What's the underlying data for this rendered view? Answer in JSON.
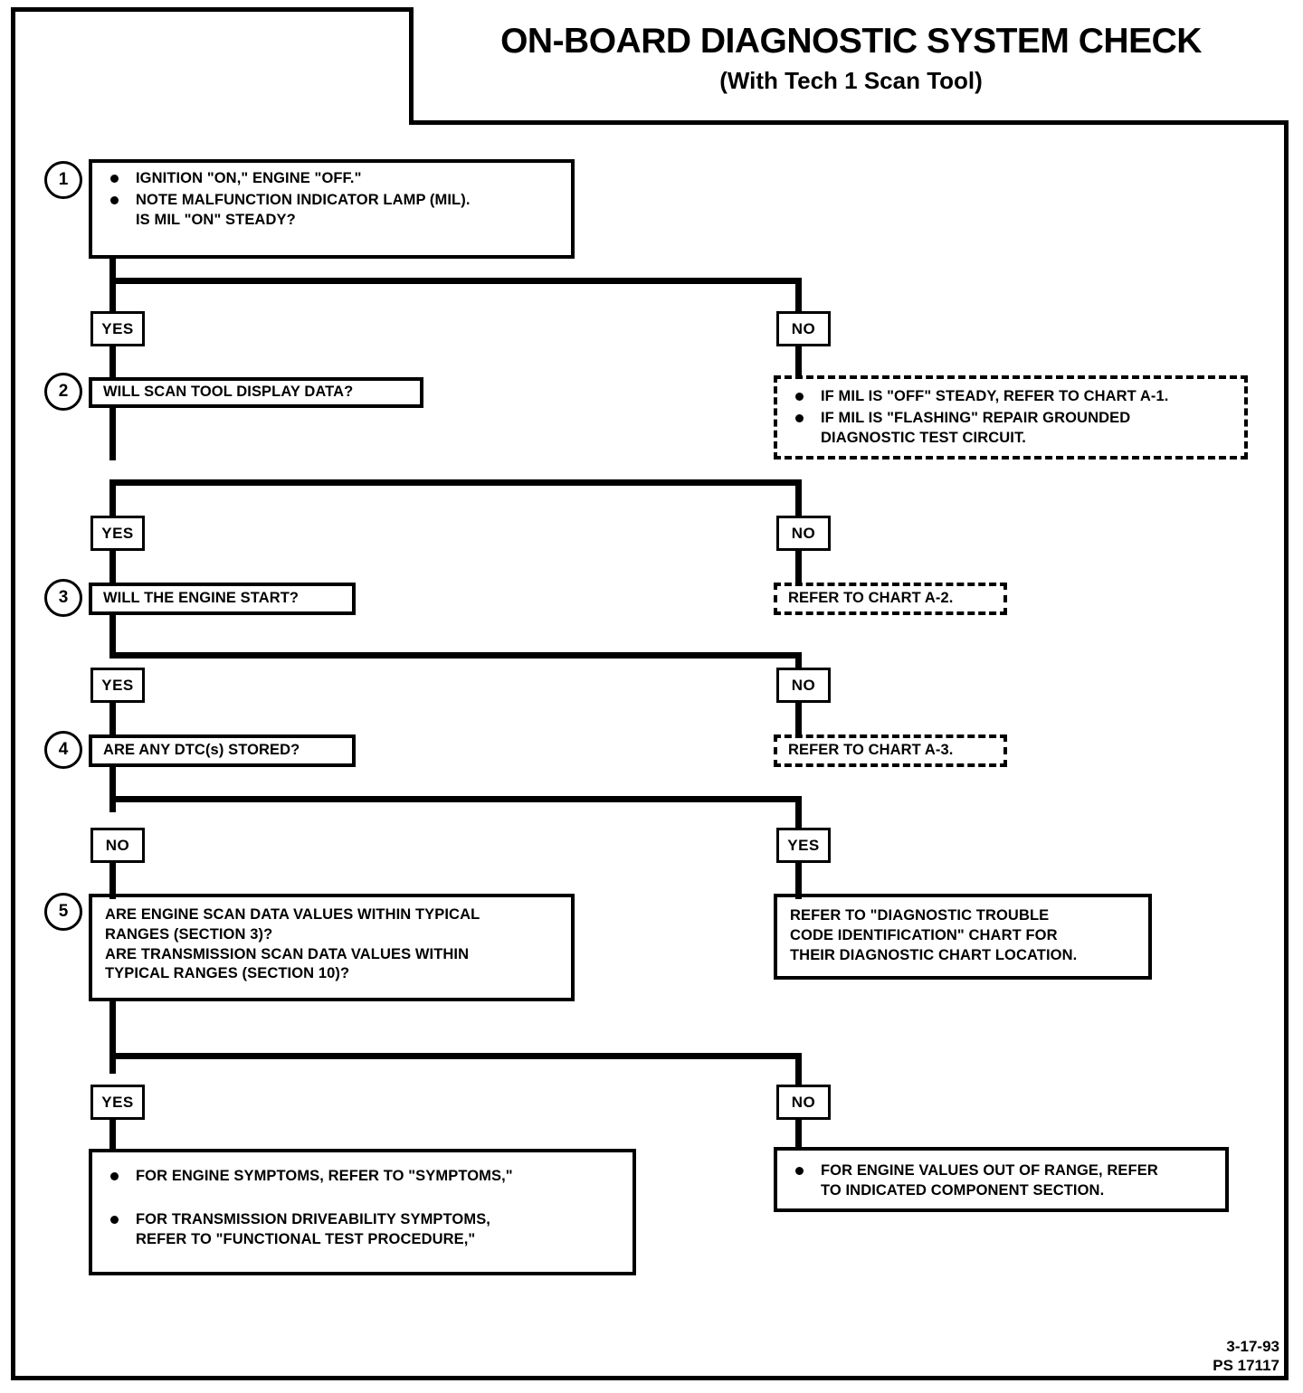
{
  "header": {
    "title": "ON-BOARD DIAGNOSTIC SYSTEM CHECK",
    "subtitle": "(With Tech 1 Scan Tool)"
  },
  "steps": {
    "s1": {
      "number": "1",
      "bullets": [
        "IGNITION \"ON,\" ENGINE \"OFF.\"",
        "NOTE MALFUNCTION INDICATOR LAMP (MIL)."
      ],
      "bullet2_cont": "IS MIL \"ON\" STEADY?"
    },
    "s2": {
      "number": "2",
      "text": "WILL SCAN TOOL DISPLAY DATA?"
    },
    "s3": {
      "number": "3",
      "text": "WILL THE ENGINE START?"
    },
    "s4": {
      "number": "4",
      "text": "ARE ANY DTC(s) STORED?"
    },
    "s5": {
      "number": "5",
      "line1": "ARE ENGINE SCAN DATA VALUES WITHIN TYPICAL",
      "line2": "RANGES (SECTION 3)?",
      "line3": "ARE TRANSMISSION SCAN DATA VALUES WITHIN",
      "line4": "TYPICAL RANGES (SECTION 10)?"
    }
  },
  "branch_tags": {
    "b1_yes": "YES",
    "b1_no": "NO",
    "b2_yes": "YES",
    "b2_no": "NO",
    "b3_yes": "YES",
    "b3_no": "NO",
    "b4_no": "NO",
    "b4_yes": "YES",
    "b5_yes": "YES",
    "b5_no": "NO"
  },
  "outcomes": {
    "mil_branch": {
      "bullet1": "IF MIL IS \"OFF\" STEADY, REFER TO CHART A-1.",
      "bullet2": "IF MIL IS \"FLASHING\" REPAIR GROUNDED",
      "bullet2_cont": "DIAGNOSTIC TEST CIRCUIT."
    },
    "chart_a2": "REFER TO CHART A-2.",
    "chart_a3": "REFER TO CHART A-3.",
    "dtc_identification": {
      "line1": "REFER TO \"DIAGNOSTIC TROUBLE",
      "line2": "CODE IDENTIFICATION\" CHART FOR",
      "line3": "THEIR DIAGNOSTIC CHART LOCATION."
    },
    "symptoms": {
      "bullet1": "FOR ENGINE SYMPTOMS, REFER TO \"SYMPTOMS,\"",
      "bullet2": "FOR TRANSMISSION DRIVEABILITY SYMPTOMS,",
      "bullet2_cont": "REFER TO \"FUNCTIONAL TEST PROCEDURE,\""
    },
    "out_of_range": {
      "bullet1": "FOR ENGINE VALUES OUT OF RANGE, REFER",
      "bullet1_cont": "TO INDICATED COMPONENT SECTION."
    }
  },
  "footer": {
    "date": "3-17-93",
    "doc_id": "PS 17117"
  }
}
